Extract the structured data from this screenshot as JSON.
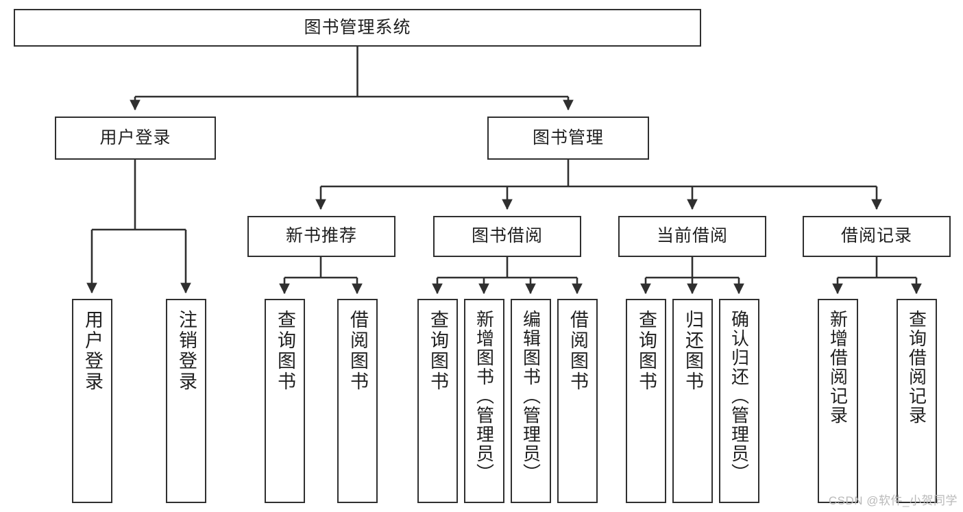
{
  "diagram": {
    "type": "tree-hierarchy-flowchart",
    "title": "图书管理系统",
    "watermark": "CSDN @软件_小贺同学",
    "colors": {
      "stroke": "#2f2f2f",
      "fill": "#ffffff",
      "text": "#1f1f1f",
      "watermark": "#b9b9b9"
    },
    "nodes": {
      "root": {
        "label": "图书管理系统"
      },
      "level2": [
        {
          "id": "user-login",
          "label": "用户登录"
        },
        {
          "id": "book-management",
          "label": "图书管理"
        }
      ],
      "level3": [
        {
          "id": "new-book-recommend",
          "label": "新书推荐"
        },
        {
          "id": "book-borrow",
          "label": "图书借阅"
        },
        {
          "id": "current-borrow",
          "label": "当前借阅"
        },
        {
          "id": "borrow-record",
          "label": "借阅记录"
        }
      ],
      "leaves": {
        "user-login": [
          {
            "id": "leaf-user-login",
            "label": "用户登录"
          },
          {
            "id": "leaf-logout-login",
            "label": "注销登录"
          }
        ],
        "new-book-recommend": [
          {
            "id": "leaf-query-book-1",
            "label": "查询图书"
          },
          {
            "id": "leaf-borrow-book-1",
            "label": "借阅图书"
          }
        ],
        "book-borrow": [
          {
            "id": "leaf-query-book-2",
            "label": "查询图书"
          },
          {
            "id": "leaf-add-book",
            "label": "新增图书（管理员）"
          },
          {
            "id": "leaf-edit-book",
            "label": "编辑图书（管理员）"
          },
          {
            "id": "leaf-borrow-book-2",
            "label": "借阅图书"
          }
        ],
        "current-borrow": [
          {
            "id": "leaf-query-book-3",
            "label": "查询图书"
          },
          {
            "id": "leaf-return-book",
            "label": "归还图书"
          },
          {
            "id": "leaf-confirm-return",
            "label": "确认归还（管理员）"
          }
        ],
        "borrow-record": [
          {
            "id": "leaf-add-record",
            "label": "新增借阅记录"
          },
          {
            "id": "leaf-query-record",
            "label": "查询借阅记录"
          }
        ]
      }
    }
  }
}
